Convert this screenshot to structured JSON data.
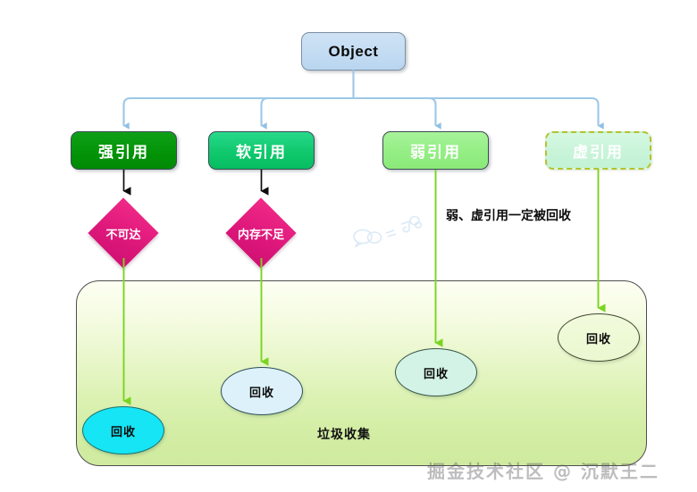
{
  "diagram": {
    "title_node": {
      "label": "Object"
    },
    "reference_types": [
      {
        "id": "strong",
        "label": "强引用",
        "color": "#039307",
        "style": "solid"
      },
      {
        "id": "soft",
        "label": "软引用",
        "color": "#10c86d",
        "style": "solid"
      },
      {
        "id": "weak",
        "label": "弱引用",
        "color": "#94ee84",
        "style": "solid"
      },
      {
        "id": "phantom",
        "label": "虚引用",
        "color": "#c8f4d9",
        "style": "dashed",
        "border_color": "#b4c32b"
      }
    ],
    "conditions": [
      {
        "id": "unreachable",
        "label": "不可达",
        "color": "#e0197c"
      },
      {
        "id": "oom",
        "label": "内存不足",
        "color": "#e0197c"
      }
    ],
    "annotation": {
      "text": "弱、虚引用一定被回收"
    },
    "gc_region": {
      "label": "垃圾收集",
      "fill_top": "#fdfff2",
      "fill_bottom": "#cfeb9f",
      "border_color": "#4e4e4e"
    },
    "recycle_nodes": [
      {
        "id": "recycle-1",
        "label": "回收",
        "fill": "#15e5f4"
      },
      {
        "id": "recycle-2",
        "label": "回收",
        "fill": "#ddf1fb"
      },
      {
        "id": "recycle-3",
        "label": "回收",
        "fill": "#d2f3e6"
      },
      {
        "id": "recycle-4",
        "label": "回收",
        "fill": "#ecfad6"
      }
    ],
    "edge_colors": {
      "tree": "#9cc8e8",
      "black": "#111111",
      "green": "#7ad421"
    }
  },
  "watermarks": {
    "main": "掘金技术社区 @ 沉默王二",
    "small_icon": "chat-bubbles-icon"
  }
}
